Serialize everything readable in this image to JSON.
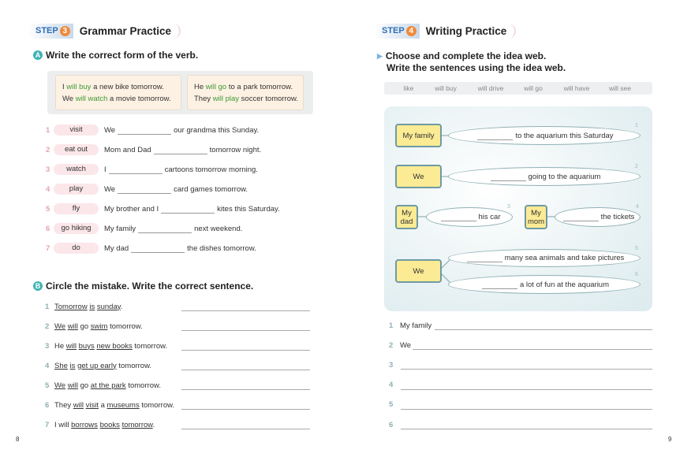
{
  "left": {
    "step": {
      "label": "STEP",
      "num": "3",
      "title": "Grammar Practice"
    },
    "sectionA": {
      "letter": "A",
      "instruction": "Write the correct form of the verb.",
      "examples": [
        [
          {
            "t": "I "
          },
          {
            "t": "will buy",
            "g": true
          },
          {
            "t": " a new bike tomorrow."
          }
        ],
        [
          {
            "t": "We "
          },
          {
            "t": "will watch",
            "g": true
          },
          {
            "t": " a movie tomorrow."
          }
        ],
        [
          {
            "t": "He "
          },
          {
            "t": "will go",
            "g": true
          },
          {
            "t": " to a park tomorrow."
          }
        ],
        [
          {
            "t": "They "
          },
          {
            "t": "will play",
            "g": true
          },
          {
            "t": " soccer tomorrow."
          }
        ]
      ],
      "items": [
        {
          "num": "1",
          "verb": "visit",
          "before": "We",
          "after": "our grandma this Sunday."
        },
        {
          "num": "2",
          "verb": "eat out",
          "before": "Mom and Dad",
          "after": "tomorrow night."
        },
        {
          "num": "3",
          "verb": "watch",
          "before": "I",
          "after": "cartoons tomorrow morning."
        },
        {
          "num": "4",
          "verb": "play",
          "before": "We",
          "after": "card games tomorrow."
        },
        {
          "num": "5",
          "verb": "fly",
          "before": "My brother and I",
          "after": "kites this Saturday."
        },
        {
          "num": "6",
          "verb": "go hiking",
          "before": "My family",
          "after": "next weekend."
        },
        {
          "num": "7",
          "verb": "do",
          "before": "My dad",
          "after": "the dishes tomorrow."
        }
      ]
    },
    "sectionB": {
      "letter": "B",
      "instruction": "Circle the mistake. Write the correct sentence.",
      "items": [
        {
          "num": "1",
          "parts": [
            {
              "t": "Tomorrow",
              "u": true
            },
            {
              "t": " "
            },
            {
              "t": "is",
              "u": true
            },
            {
              "t": " "
            },
            {
              "t": "sunday",
              "u": true
            },
            {
              "t": "."
            }
          ]
        },
        {
          "num": "2",
          "parts": [
            {
              "t": "We",
              "u": true
            },
            {
              "t": " "
            },
            {
              "t": "will",
              "u": true
            },
            {
              "t": " go "
            },
            {
              "t": "swim",
              "u": true
            },
            {
              "t": " tomorrow."
            }
          ]
        },
        {
          "num": "3",
          "parts": [
            {
              "t": "He "
            },
            {
              "t": "will",
              "u": true
            },
            {
              "t": " "
            },
            {
              "t": "buys",
              "u": true
            },
            {
              "t": " "
            },
            {
              "t": "new books",
              "u": true
            },
            {
              "t": " tomorrow."
            }
          ]
        },
        {
          "num": "4",
          "parts": [
            {
              "t": "She",
              "u": true
            },
            {
              "t": " "
            },
            {
              "t": "is",
              "u": true
            },
            {
              "t": " "
            },
            {
              "t": "get up early",
              "u": true
            },
            {
              "t": " tomorrow."
            }
          ]
        },
        {
          "num": "5",
          "parts": [
            {
              "t": "We",
              "u": true
            },
            {
              "t": " "
            },
            {
              "t": "will",
              "u": true
            },
            {
              "t": " go "
            },
            {
              "t": "at the park",
              "u": true
            },
            {
              "t": " tomorrow."
            }
          ]
        },
        {
          "num": "6",
          "parts": [
            {
              "t": "They "
            },
            {
              "t": "will",
              "u": true
            },
            {
              "t": " "
            },
            {
              "t": "visit",
              "u": true
            },
            {
              "t": " a "
            },
            {
              "t": "museums",
              "u": true
            },
            {
              "t": " tomorrow."
            }
          ]
        },
        {
          "num": "7",
          "parts": [
            {
              "t": "I will "
            },
            {
              "t": "borrows",
              "u": true
            },
            {
              "t": " "
            },
            {
              "t": "books",
              "u": true
            },
            {
              "t": " "
            },
            {
              "t": "tomorrow",
              "u": true
            },
            {
              "t": "."
            }
          ]
        }
      ]
    },
    "page_number": "8"
  },
  "right": {
    "step": {
      "label": "STEP",
      "num": "4",
      "title": "Writing Practice"
    },
    "instruction_1": "Choose and complete the idea web.",
    "instruction_2": "Write the sentences using the idea web.",
    "word_bank": [
      "like",
      "will buy",
      "will drive",
      "will go",
      "will have",
      "will see"
    ],
    "web": {
      "subjects": [
        "My family",
        "We",
        "My dad",
        "My mom",
        "We"
      ],
      "ovals": [
        {
          "num": "1",
          "text": "to the aquarium this Saturday"
        },
        {
          "num": "2",
          "text": "going to the aquarium"
        },
        {
          "num": "3",
          "text": "his car"
        },
        {
          "num": "4",
          "text": "the tickets"
        },
        {
          "num": "5",
          "text": "many sea animals and take pictures"
        },
        {
          "num": "6",
          "text": "a lot of fun at the aquarium"
        }
      ]
    },
    "writing": [
      {
        "num": "1",
        "start": "My family"
      },
      {
        "num": "2",
        "start": "We"
      },
      {
        "num": "3",
        "start": ""
      },
      {
        "num": "4",
        "start": ""
      },
      {
        "num": "5",
        "start": ""
      },
      {
        "num": "6",
        "start": ""
      }
    ],
    "page_number": "9"
  },
  "colors": {
    "accent_green": "#3d9a35",
    "teal": "#3fb3b5",
    "step_orange": "#f08a3a",
    "box_yellow": "#fbeb94"
  }
}
